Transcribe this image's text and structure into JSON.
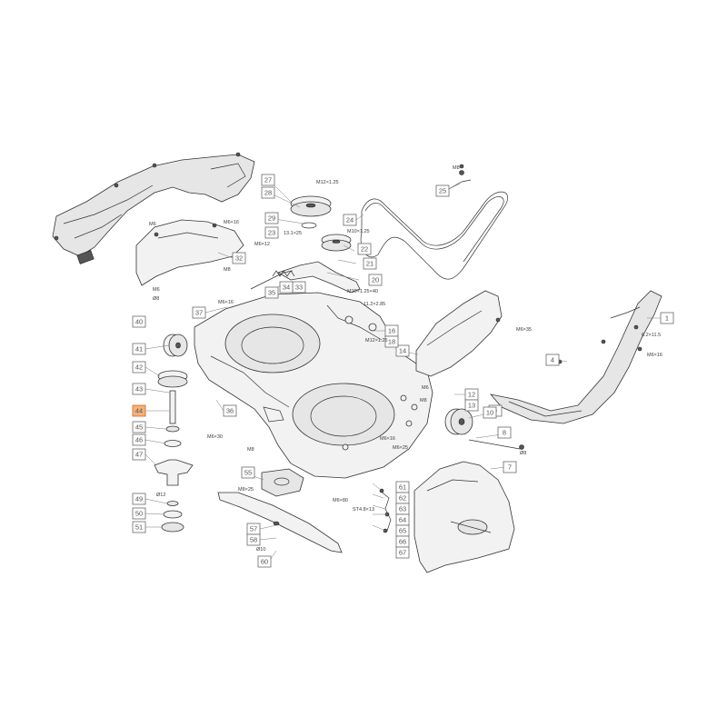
{
  "colors": {
    "highlight": "#f5b27a",
    "line": "#333333",
    "label_border": "#6a6a6a"
  },
  "part_numbers": {
    "p1": "1",
    "p4": "4",
    "p7": "7",
    "p8": "8",
    "p9": "9",
    "p10": "10",
    "p12": "12",
    "p13": "13",
    "p14": "14",
    "p16": "16",
    "p18": "18",
    "p20": "20",
    "p21": "21",
    "p22": "22",
    "p23": "23",
    "p24": "24",
    "p25": "25",
    "p27": "27",
    "p28": "28",
    "p29": "29",
    "p32": "32",
    "p33": "33",
    "p34": "34",
    "p35": "35",
    "p36": "36",
    "p37": "37",
    "p40": "40",
    "p41": "41",
    "p42": "42",
    "p43": "43",
    "p44": "44",
    "p45": "45",
    "p46": "46",
    "p47": "47",
    "p49": "49",
    "p50": "50",
    "p51": "51",
    "p55": "55",
    "p57": "57",
    "p58": "58",
    "p60": "60",
    "p61": "61",
    "p62": "62",
    "p63": "63",
    "p64": "64",
    "p65": "65",
    "p66": "66",
    "p67": "67"
  },
  "hardware_labels": {
    "m6_a": "M6",
    "m6x16_a": "M6×16",
    "m6x12": "M6×12",
    "m8_top": "M8",
    "m12x125": "M12×1.25",
    "d13x25": "13.1×25",
    "m10x125": "M10×1.25",
    "m10x125x40": "M10×1.25×40",
    "m8_a": "M8",
    "m6_b": "M6",
    "d8_a": "Ø8",
    "m6x16_b": "M6×16",
    "d11x285": "11.2×2.85",
    "m12x125_b": "M12×1.25",
    "m6x35": "M6×35",
    "m6x16_c": "M6×16",
    "d62": "6.2×11.5",
    "m6_c": "M6",
    "m8_b": "M8",
    "m6x16_d": "M6×16",
    "m6x25": "M6×25",
    "d8_b": "Ø8",
    "m6x30": "M6×30",
    "m8_c": "M8",
    "d12": "Ø12",
    "m8x25": "M8×25",
    "d10": "Ø10",
    "m6x80": "M6×80",
    "st": "ST4.8×13"
  }
}
